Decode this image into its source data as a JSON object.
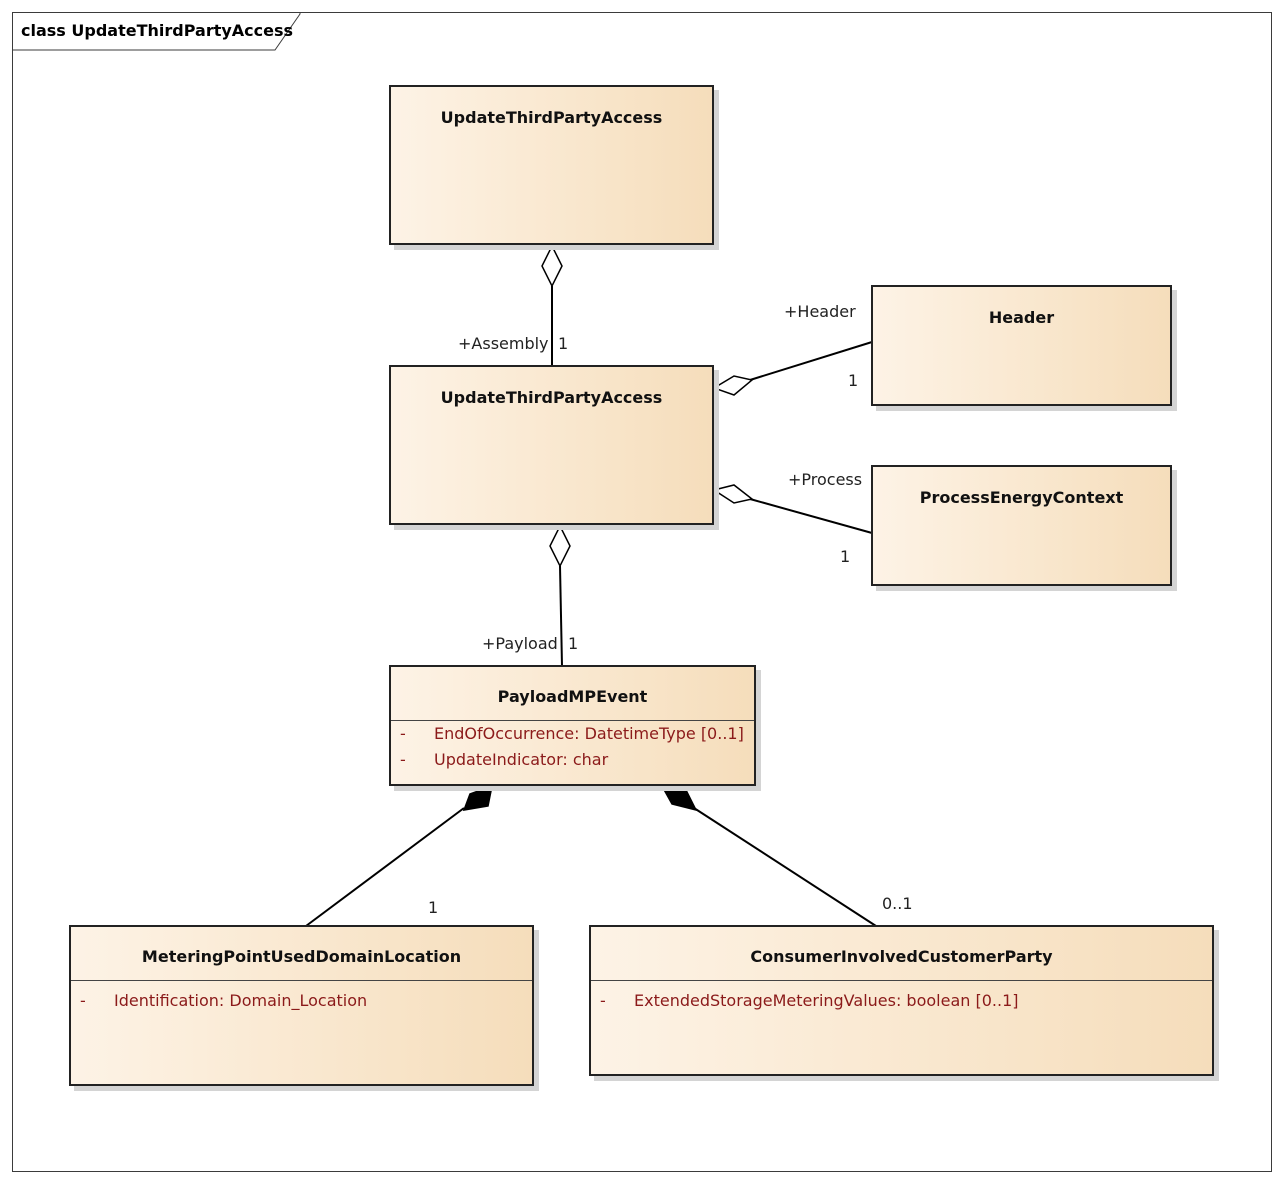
{
  "frame": {
    "keyword": "class",
    "title": "UpdateThirdPartyAccess"
  },
  "classes": {
    "root": {
      "name": "UpdateThirdPartyAccess"
    },
    "assembly": {
      "name": "UpdateThirdPartyAccess"
    },
    "header": {
      "name": "Header"
    },
    "process": {
      "name": "ProcessEnergyContext"
    },
    "payload": {
      "name": "PayloadMPEvent",
      "attributes": [
        {
          "visibility": "-",
          "text": "EndOfOccurrence: DatetimeType [0..1]"
        },
        {
          "visibility": "-",
          "text": "UpdateIndicator: char"
        }
      ]
    },
    "metering": {
      "name": "MeteringPointUsedDomainLocation",
      "attributes": [
        {
          "visibility": "-",
          "text": "Identification: Domain_Location"
        }
      ]
    },
    "consumer": {
      "name": "ConsumerInvolvedCustomerParty",
      "attributes": [
        {
          "visibility": "-",
          "text": "ExtendedStorageMeteringValues: boolean [0..1]"
        }
      ]
    }
  },
  "associations": {
    "assembly": {
      "role": "+Assembly",
      "multiplicity": "1",
      "kind": "aggregation"
    },
    "header": {
      "role": "+Header",
      "multiplicity": "1",
      "kind": "aggregation"
    },
    "process": {
      "role": "+Process",
      "multiplicity": "1",
      "kind": "aggregation"
    },
    "payload": {
      "role": "+Payload",
      "multiplicity": "1",
      "kind": "aggregation"
    },
    "metering": {
      "role": "",
      "multiplicity": "1",
      "kind": "composition"
    },
    "consumer": {
      "role": "",
      "multiplicity": "0..1",
      "kind": "composition"
    }
  },
  "colors": {
    "line": "#000000",
    "attribute_text": "#8b1a1a",
    "box_fill_light": "#fdf3e6",
    "box_fill_dark": "#f5ddbb"
  }
}
